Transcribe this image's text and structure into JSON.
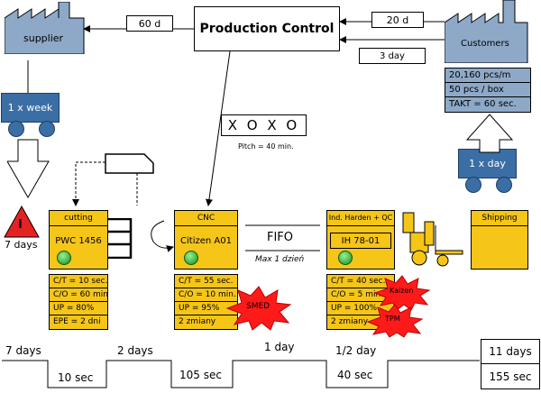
{
  "title": "Production Control",
  "supplier": {
    "label": "supplier"
  },
  "customer": {
    "label": "Customers",
    "info": [
      "20,160 pcs/m",
      "50 pcs / box",
      "TAKT = 60 sec."
    ]
  },
  "flows": {
    "supplier_days": "60 d",
    "customer_days": "20 d",
    "customer_schedule": "3 day"
  },
  "trucks": {
    "inbound": "1 x week",
    "outbound": "1 x day"
  },
  "xoxo": {
    "label": "X O X O",
    "pitch": "Pitch = 40 min."
  },
  "inventory": {
    "symbol": "I",
    "days": "7 days"
  },
  "processes": [
    {
      "title": "cutting",
      "machine": "PWC 1456",
      "data": [
        "C/T = 10 sec.",
        "C/O = 60 min.",
        "UP = 80%",
        "EPE = 2 dni"
      ]
    },
    {
      "title": "CNC",
      "machine": "Citizen A01",
      "data": [
        "C/T = 55 sec.",
        "C/O = 10 min.",
        "UP = 95%",
        "2 zmiany"
      ]
    },
    {
      "title": "Ind. Harden + QC",
      "machine": "IH 78-01",
      "data": [
        "C/T = 40 sec.",
        "C/O = 5 min.",
        "UP = 100%",
        "2 zmiany"
      ]
    },
    {
      "title": "Shipping"
    }
  ],
  "fifo": {
    "label": "FIFO",
    "max": "Max 1 dzień"
  },
  "kaizen": [
    "SMED",
    "Kaizen",
    "TPM"
  ],
  "timeline": {
    "lead": [
      "7 days",
      "2 days",
      "1 day",
      "1/2 day"
    ],
    "process": [
      "10 sec",
      "105 sec",
      "40 sec"
    ],
    "total_lead": "11 days",
    "total_process": "155 sec"
  }
}
